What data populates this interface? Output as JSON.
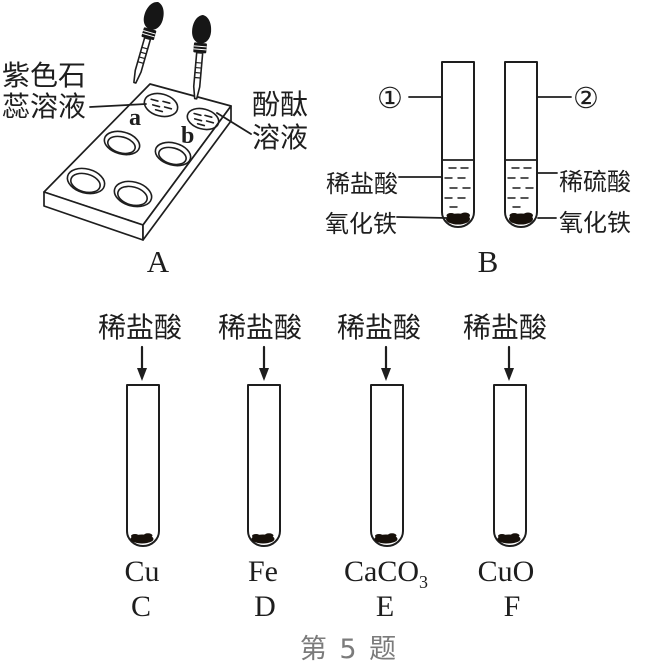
{
  "caption": "第 5 题",
  "section_a": {
    "label": "A",
    "reagent_left_line1": "紫色石",
    "reagent_left_line2": "蕊溶液",
    "reagent_right_line1": "酚酞",
    "reagent_right_line2": "溶液",
    "well_a_label": "a",
    "well_b_label": "b"
  },
  "section_b": {
    "label": "B",
    "tube_1": {
      "badge": "①",
      "liquid_label": "稀盐酸",
      "solid_label": "氧化铁"
    },
    "tube_2": {
      "badge": "②",
      "liquid_label": "稀硫酸",
      "solid_label": "氧化铁"
    }
  },
  "bottom_row": {
    "tubes": [
      {
        "reagent": "稀盐酸",
        "substance": "Cu",
        "substance_subscript": "",
        "label": "C"
      },
      {
        "reagent": "稀盐酸",
        "substance": "Fe",
        "substance_subscript": "",
        "label": "D"
      },
      {
        "reagent": "稀盐酸",
        "substance": "CaCO",
        "substance_subscript": "3",
        "label": "E"
      },
      {
        "reagent": "稀盐酸",
        "substance": "CuO",
        "substance_subscript": "",
        "label": "F"
      }
    ]
  },
  "colors": {
    "ink": "#1e1e1e",
    "caption_gray": "#7b7b7b"
  }
}
